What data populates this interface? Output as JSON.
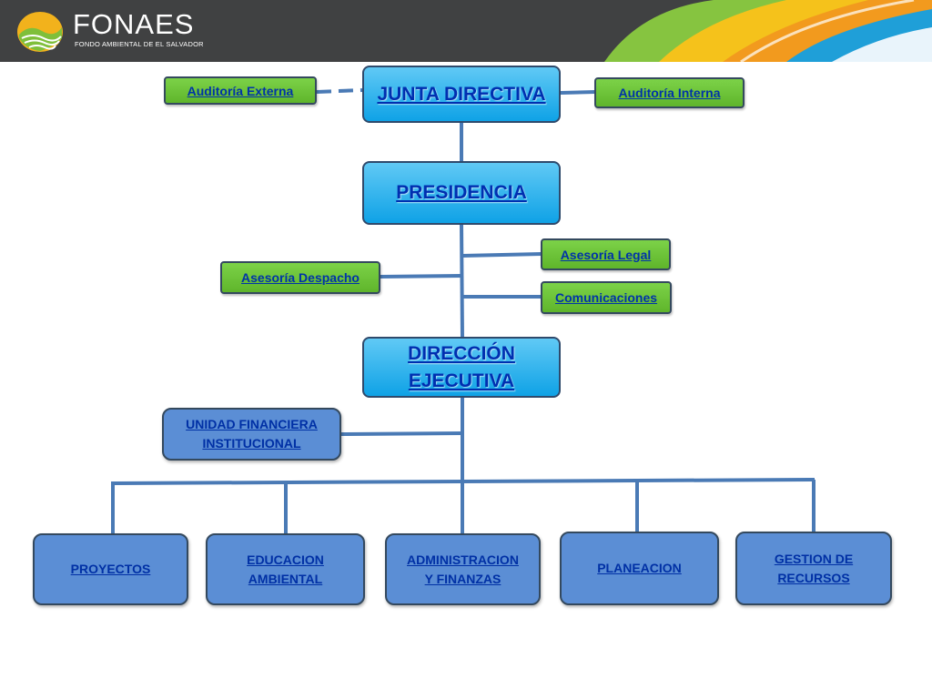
{
  "header": {
    "brand": "FONAES",
    "tagline": "FONDO AMBIENTAL DE EL SALVADOR"
  },
  "org_chart": {
    "junta_directiva": "JUNTA DIRECTIVA",
    "auditoria_externa": "Auditoría Externa",
    "auditoria_interna": "Auditoría Interna",
    "presidencia": "PRESIDENCIA",
    "asesoria_legal": "Asesoría Legal",
    "asesoria_despacho": "Asesoría  Despacho",
    "comunicaciones": "Comunicaciones",
    "direccion_ejecutiva": "DIRECCIÓN\nEJECUTIVA",
    "unidad_financiera": "UNIDAD FINANCIERA\nINSTITUCIONAL",
    "departments": [
      "PROYECTOS",
      " EDUCACION\nAMBIENTAL",
      "ADMINISTRACION\nY FINANZAS",
      "PLANEACION",
      "GESTION DE\nRECURSOS"
    ]
  },
  "colors": {
    "header_bg": "#404142",
    "main_box": "#16a6e8",
    "advisory_box": "#6cc13a",
    "department_box": "#5b8ed5",
    "connector": "#4a7ab5",
    "link_text": "#0033a8"
  }
}
